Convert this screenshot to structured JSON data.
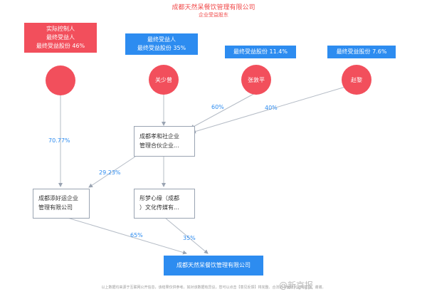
{
  "header": {
    "title": "成都天然呆餐饮管理有限公司",
    "subtitle": "企业受益股东"
  },
  "shareholders": [
    {
      "tag_lines": [
        "实际控制人",
        "最终受益人",
        "最终受益股份 46%"
      ],
      "tag_color": "red",
      "name": ""
    },
    {
      "tag_lines": [
        "最终受益人",
        "最终受益股份 35%"
      ],
      "tag_color": "blue",
      "name": "关少曾"
    },
    {
      "tag_lines": [
        "最终受益股份 11.4%"
      ],
      "tag_color": "blue",
      "name": "张敦平"
    },
    {
      "tag_lines": [
        "最终受益股份 7.6%"
      ],
      "tag_color": "blue",
      "name": "赵黎"
    }
  ],
  "companies": {
    "partnership": [
      "成都孝和社企业",
      "管理合伙企业..."
    ],
    "tianhaoyun": [
      "成都添好运企业",
      "管理有限公司"
    ],
    "tongmeng": [
      "彤梦心缘（成都",
      "）文化传媒有..."
    ],
    "target": "成都天然呆餐饮管理有限公司"
  },
  "percentages": {
    "p1_to_tianhaoyun": "70.77%",
    "p3_to_partnership": "60%",
    "p4_to_partnership": "40%",
    "partnership_to_tianhaoyun": "29.23%",
    "tianhaoyun_to_target": "65%",
    "tongmeng_to_target": "35%"
  },
  "footer": "以上数据均来源于互联网公开信息，该结果仅供参考。如对该数据有异议，您可以点击【意见反馈】将完整、合法的书面权利证明提交，谢谢。",
  "watermark": "@新京报"
}
